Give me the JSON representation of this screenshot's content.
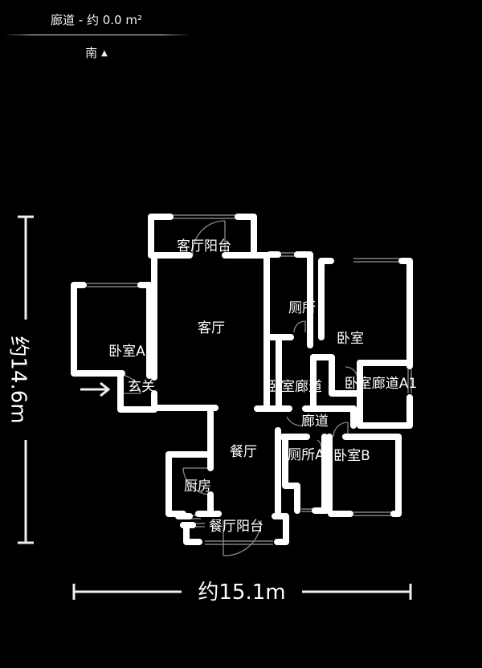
{
  "header": {
    "title": "廊道 - 约 0.0 m²",
    "compass_label": "南",
    "compass_icon": "▲"
  },
  "dimensions": {
    "height_label": "约14.6m",
    "width_label": "约15.1m"
  },
  "colors": {
    "background": "#000000",
    "wall": "#ffffff",
    "window": "#9a9a9a",
    "door": "#8a8a8a",
    "text": "#ffffff"
  },
  "rooms": [
    {
      "id": "living-balcony",
      "label": "客厅阳台"
    },
    {
      "id": "living-room",
      "label": "客厅"
    },
    {
      "id": "bedroom-a",
      "label": "卧室A"
    },
    {
      "id": "entrance",
      "label": "玄关"
    },
    {
      "id": "toilet",
      "label": "厕所"
    },
    {
      "id": "bedroom",
      "label": "卧室"
    },
    {
      "id": "bedroom-corridor",
      "label": "卧室廊道"
    },
    {
      "id": "bedroom-corridor-a1",
      "label": "卧室廊道A1"
    },
    {
      "id": "corridor",
      "label": "廊道"
    },
    {
      "id": "dining-room",
      "label": "餐厅"
    },
    {
      "id": "toilet-a",
      "label": "厕所A"
    },
    {
      "id": "bedroom-b",
      "label": "卧室B"
    },
    {
      "id": "kitchen",
      "label": "厨房"
    },
    {
      "id": "dining-balcony",
      "label": "餐厅阳台"
    }
  ],
  "entrance_icon": "entrance-arrow"
}
